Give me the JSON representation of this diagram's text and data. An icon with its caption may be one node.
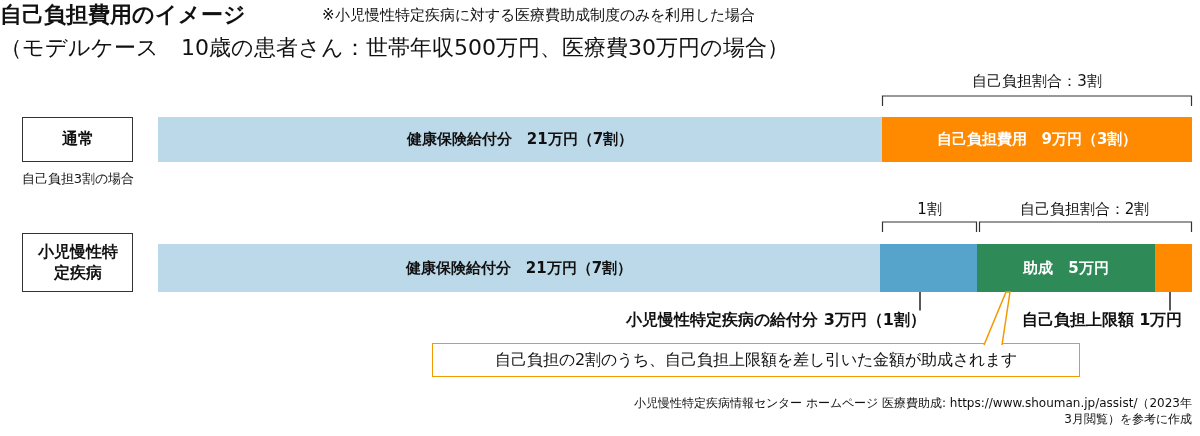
{
  "diagram": {
    "title": "自己負担費用のイメージ",
    "nodes": [
      {
        "text": [
          "通常"
        ],
        "beside": [
          "自己負担3割の場合"
        ]
      },
      {
        "text": [
          "健康保険給付分　21万円（7割）"
        ]
      },
      {
        "text": [
          "自己負担費用　9万円（3割）"
        ]
      },
      {
        "text": [
          "小児慢性特定疾病"
        ]
      },
      {
        "text": [
          "健康保険給付分　21万円（7割）"
        ]
      },
      {
        "text": [],
        "shape": "bar"
      },
      {
        "text": [
          "助成　5万円"
        ]
      },
      {
        "text": [],
        "shape": "bar"
      },
      {
        "text": [
          "小児慢性特定疾病の給付分 3万円（1割）"
        ]
      },
      {
        "text": [
          "自己負担上限額 1万円"
        ]
      },
      {
        "text": [
          "自己負担の2割のうち、自己負担上限額を差し引いた金額が助成されます"
        ]
      }
    ],
    "edges": [
      {
        "from": 8,
        "to": 5,
        "arrow": "none"
      },
      {
        "from": 9,
        "to": 7,
        "arrow": "none"
      },
      {
        "from": 10,
        "to": 6,
        "arrow": "none",
        "color": "#f39800"
      }
    ],
    "labels": [
      "※小児慢性特定疾病に対する医療費助成制度のみを利用した場合",
      "（モデルケース　10歳の患者さん：世帯年収500万円、医療費30万円の場合）",
      "自己負担割合：3割",
      "1割",
      "自己負担割合：2割",
      "小児慢性特定疾病情報センター ホームページ 医療費助成: https://www.shouman.jp/assist/（2023年3月閲覧）を参考に作成"
    ]
  }
}
